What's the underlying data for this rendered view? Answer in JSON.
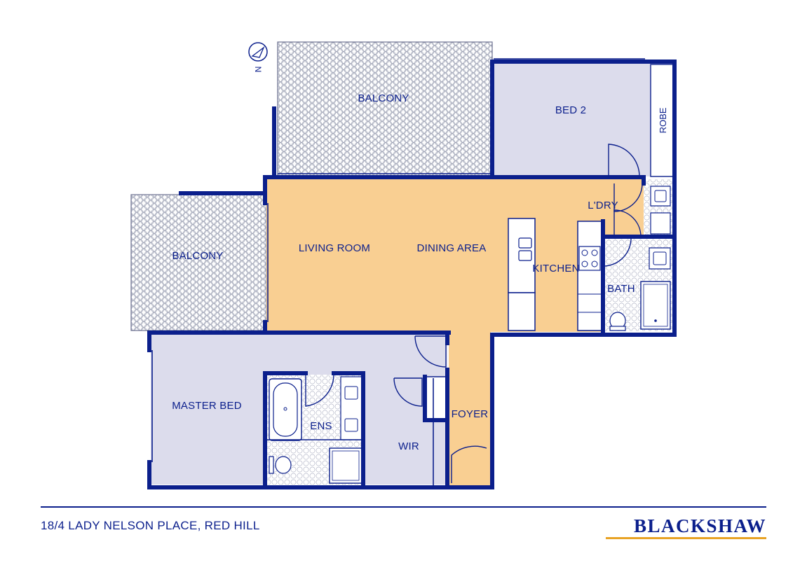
{
  "floorplan": {
    "compass_letter": "N",
    "rooms": {
      "balcony_north": "BALCONY",
      "bed_2": "BED 2",
      "robe": "ROBE",
      "laundry": "L'DRY",
      "balcony_west": "BALCONY",
      "living_room": "LIVING ROOM",
      "dining_area": "DINING AREA",
      "kitchen": "KITCHEN",
      "bath": "BATH",
      "master_bed": "MASTER BED",
      "ensuite": "ENS",
      "wir": "WIR",
      "foyer": "FOYER"
    }
  },
  "footer": {
    "address": "18/4 LADY NELSON PLACE, RED HILL",
    "brand": "BLACKSHAW"
  },
  "colors": {
    "wall": "#0b1f8c",
    "living_fill": "#f9cf92",
    "bedroom_fill": "#dcdcec",
    "brand_accent": "#e8a325"
  }
}
